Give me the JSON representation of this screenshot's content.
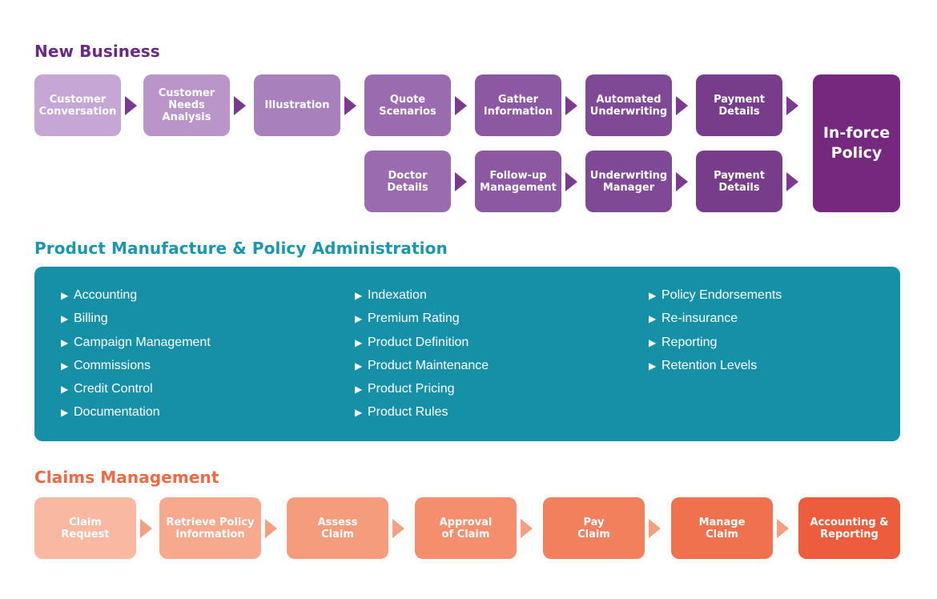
{
  "new_business": {
    "title": "New Business",
    "top_row": [
      {
        "label": "Customer\nConversation",
        "color": "#c6a6d4"
      },
      {
        "label": "Customer\nNeeds\nAnalysis",
        "color": "#b995c9"
      },
      {
        "label": "Illustration",
        "color": "#a880bc"
      },
      {
        "label": "Quote\nScenarios",
        "color": "#9a6caf"
      },
      {
        "label": "Gather\nInformation",
        "color": "#8c58a2"
      },
      {
        "label": "Automated\nUnderwriting",
        "color": "#804995"
      },
      {
        "label": "Payment\nDetails",
        "color": "#773d8b"
      }
    ],
    "bottom_row": [
      {
        "label": "Doctor\nDetails",
        "color": "#9a6caf"
      },
      {
        "label": "Follow-up\nManagement",
        "color": "#8c58a2"
      },
      {
        "label": "Underwriting\nManager",
        "color": "#804995"
      },
      {
        "label": "Payment\nDetails",
        "color": "#773d8b"
      }
    ],
    "final": {
      "label": "In-force\nPolicy",
      "color": "#74297f"
    },
    "arrow_color": "#7a3a90"
  },
  "product_admin": {
    "title": "Product Manufacture & Policy Administration",
    "panel_color": "#1690a6",
    "bullet": "▶",
    "columns": [
      [
        "Accounting",
        "Billing",
        "Campaign Management",
        "Commissions",
        "Credit Control",
        "Documentation"
      ],
      [
        "Indexation",
        "Premium Rating",
        "Product Definition",
        "Product Maintenance",
        "Product Pricing",
        "Product Rules"
      ],
      [
        "Policy Endorsements",
        "Re-insurance",
        "Reporting",
        "Retention Levels"
      ]
    ]
  },
  "claims": {
    "title": "Claims Management",
    "steps": [
      {
        "label": "Claim\nRequest",
        "color": "#f8b9a0"
      },
      {
        "label": "Retrieve Policy\nInformation",
        "color": "#f6a98c"
      },
      {
        "label": "Assess\nClaim",
        "color": "#f59c7c"
      },
      {
        "label": "Approval\nof Claim",
        "color": "#f48e6d"
      },
      {
        "label": "Pay\nClaim",
        "color": "#f2805d"
      },
      {
        "label": "Manage\nClaim",
        "color": "#f0714d"
      },
      {
        "label": "Accounting &\nReporting",
        "color": "#ee5d3b"
      }
    ],
    "arrow_color": "#f49e82"
  }
}
